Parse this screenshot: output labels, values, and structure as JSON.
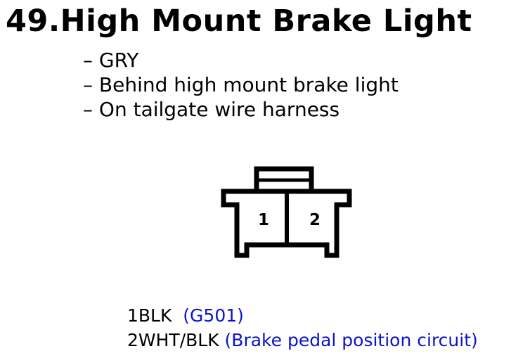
{
  "title": "49.High Mount Brake Light",
  "bullets": [
    "– GRY",
    "– Behind high mount brake light",
    "– On tailgate wire harness"
  ],
  "connector": {
    "pins": [
      "1",
      "2"
    ]
  },
  "pins": [
    {
      "label": "1BLK",
      "circuit": "(G501)"
    },
    {
      "label": "2WHT/BLK",
      "circuit": "(Brake pedal position circuit)"
    }
  ],
  "colors": {
    "circuit_text": "#0a14c8",
    "text": "#000000"
  }
}
